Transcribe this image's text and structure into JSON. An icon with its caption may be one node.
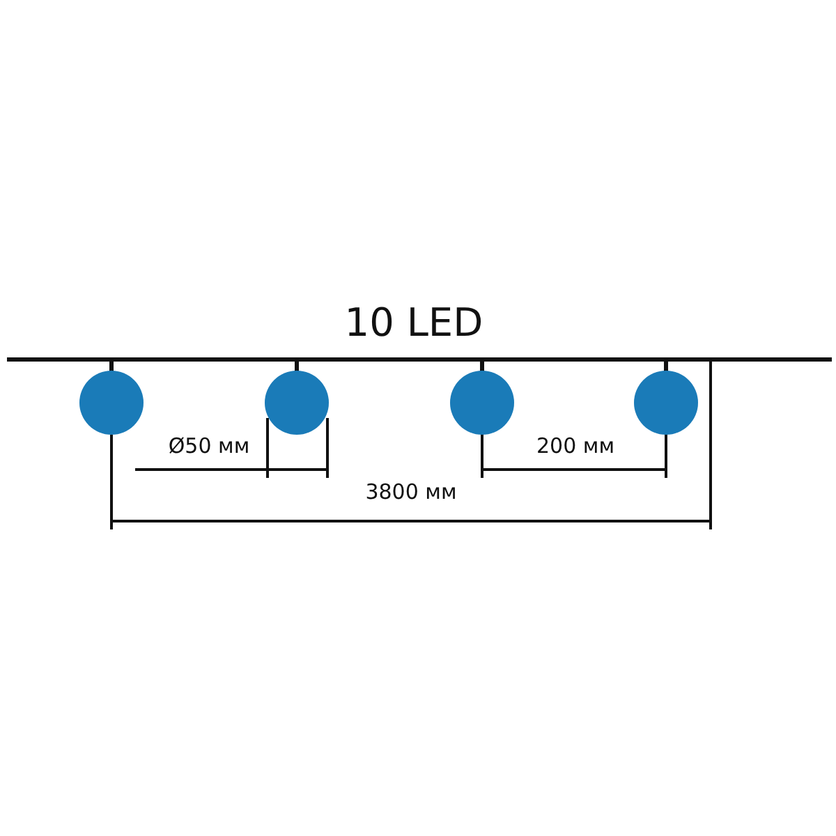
{
  "diagram": {
    "title": "10 LED",
    "nodes": [
      {
        "text": [],
        "shape": "circle"
      },
      {
        "text": [],
        "shape": "circle"
      },
      {
        "text": [],
        "shape": "circle"
      },
      {
        "text": [],
        "shape": "circle"
      }
    ],
    "labels": [
      "Ø50 мм",
      "200 мм",
      "3800 мм"
    ]
  }
}
